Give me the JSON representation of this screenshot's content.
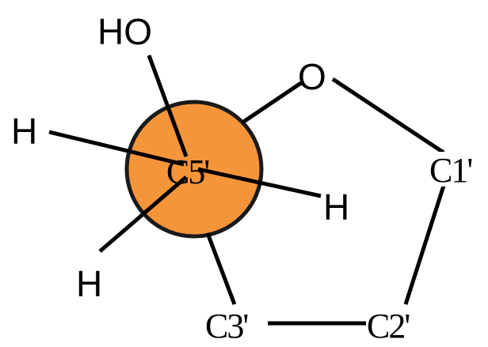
{
  "diagram": {
    "atoms": {
      "c5": "C5'",
      "ho": "HO",
      "o": "O",
      "c1": "C1'",
      "c2": "C2'",
      "c3": "C3'",
      "h_left": "H",
      "h_right": "H",
      "h_lower": "H"
    },
    "colors": {
      "highlight_fill": "#f5953a",
      "highlight_stroke": "#1a1a1a",
      "bond": "#000000",
      "text": "#000000",
      "background": "#ffffff"
    }
  }
}
